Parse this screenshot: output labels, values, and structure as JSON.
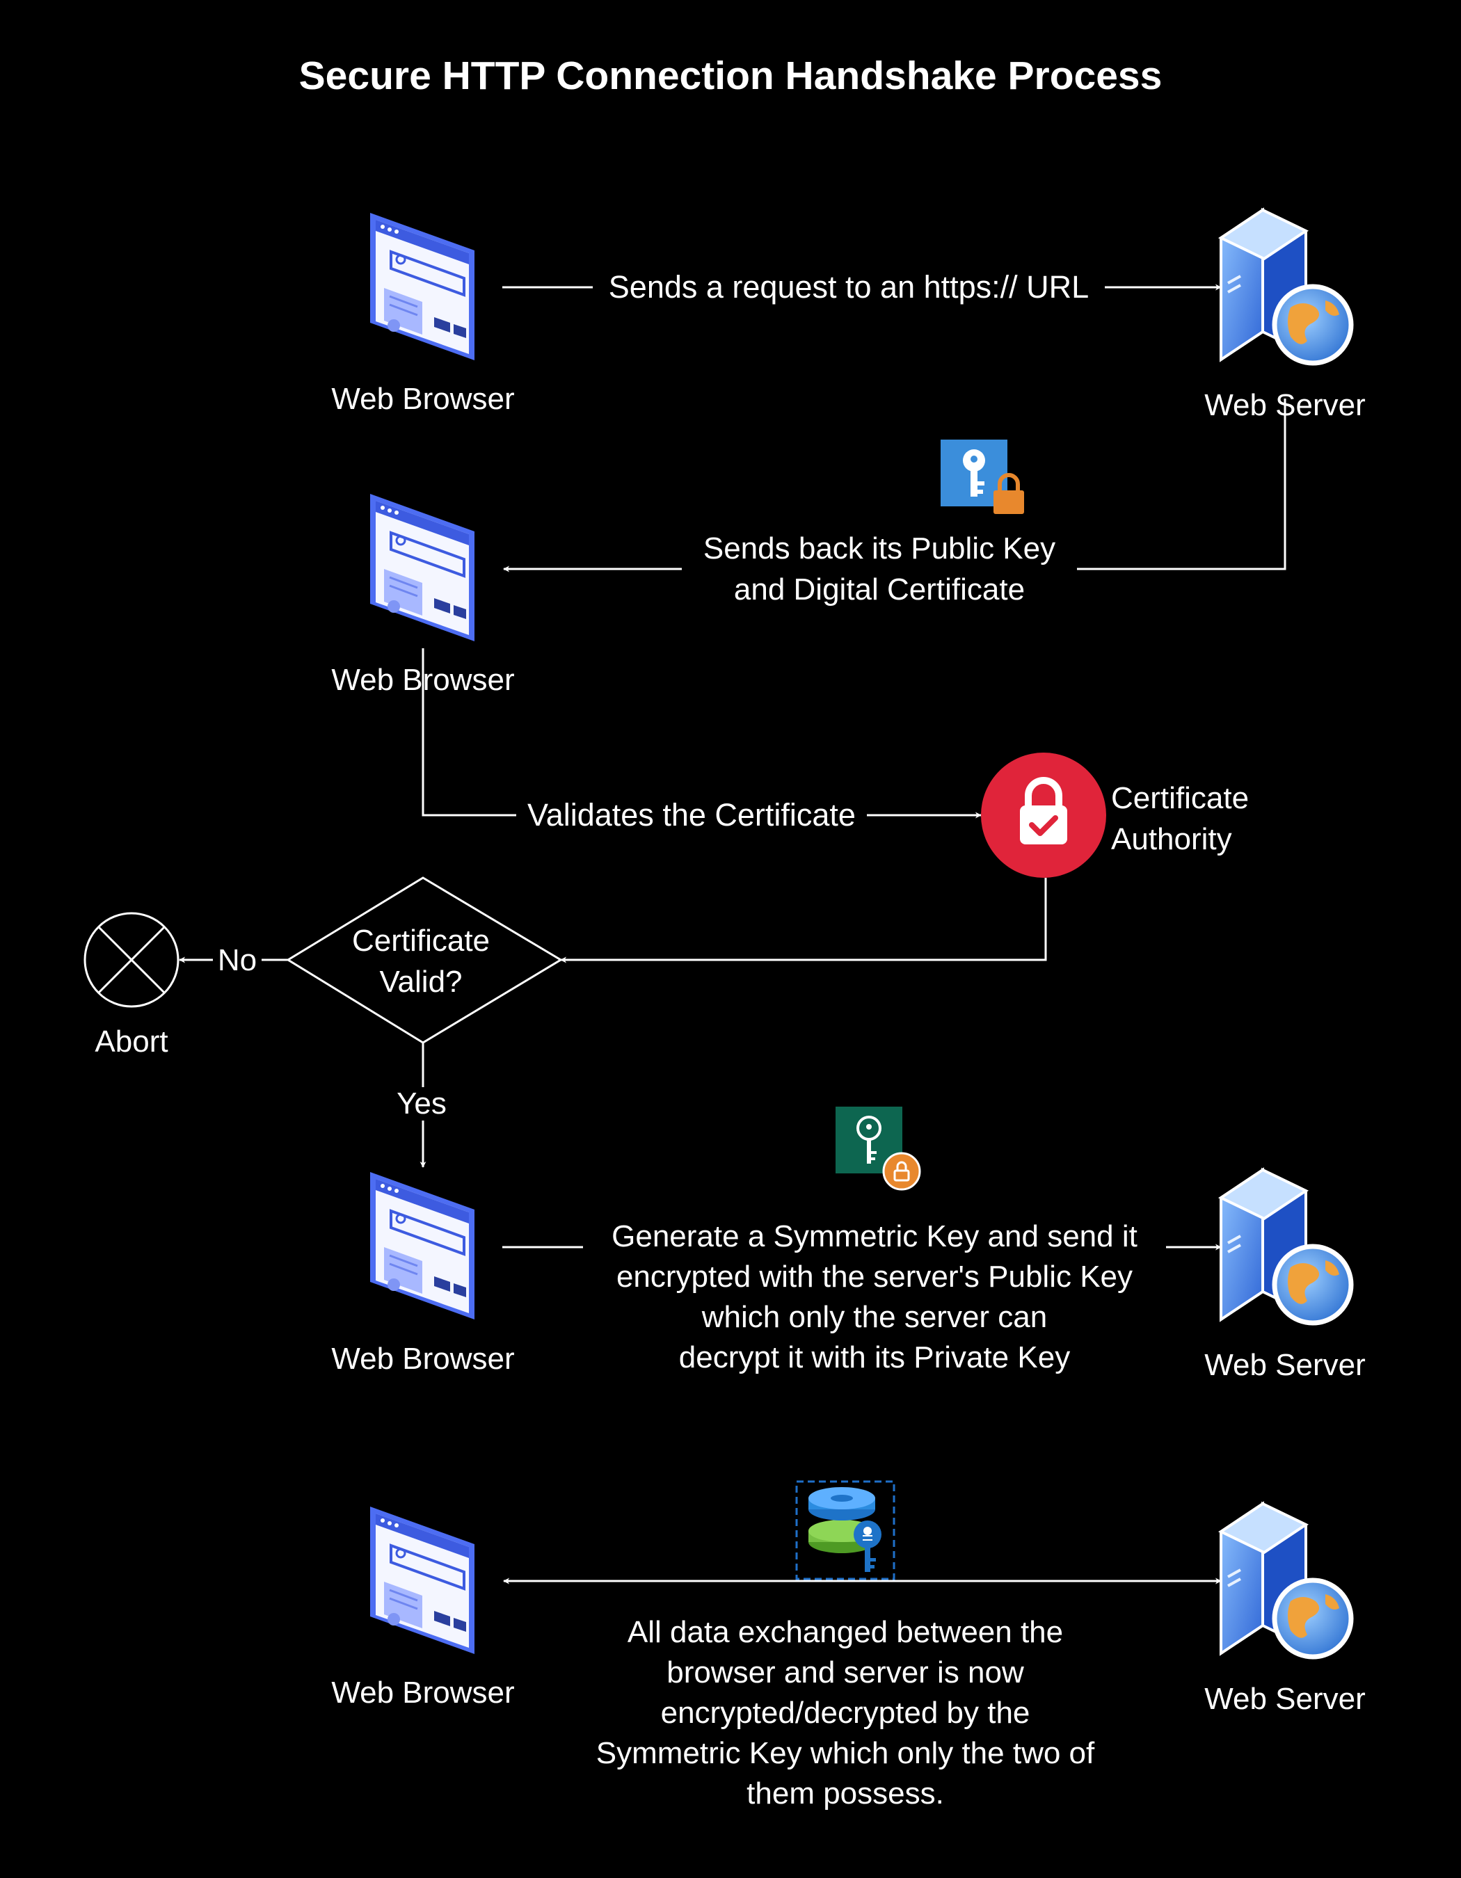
{
  "title": "Secure HTTP Connection Handshake Process",
  "nodes": {
    "browser": "Web Browser",
    "server": "Web Server",
    "ca": "Certificate\nAuthority",
    "decision": "Certificate\nValid?",
    "abort": "Abort"
  },
  "steps": {
    "request": "Sends a request to an https:// URL",
    "public_key": "Sends back its Public Key\nand Digital Certificate",
    "validate": "Validates the Certificate",
    "symmetric": "Generate a Symmetric Key and send it\nencrypted with the server's Public Key\nwhich only the server can\ndecrypt it with its Private Key",
    "exchange": "All data exchanged between the\nbrowser and server is now\nencrypted/decrypted by the\nSymmetric Key which only the two of\nthem possess."
  },
  "branches": {
    "no": "No",
    "yes": "Yes"
  },
  "colors": {
    "background": "#000000",
    "line": "#ffffff",
    "browser_blue": "#4d6df2",
    "ca_red": "#e0243a",
    "key_blue": "#3b8edb",
    "key_green": "#0d6650",
    "lock_orange": "#e8882d"
  },
  "icons": {
    "browser": "browser-certificate-icon",
    "server": "web-server-globe-icon",
    "public_key": "public-key-lock-icon",
    "ca": "certificate-authority-lock-check-icon",
    "symmetric_key": "symmetric-key-lock-icon",
    "encrypted_data": "encrypted-database-key-icon",
    "abort": "abort-cross-icon"
  }
}
